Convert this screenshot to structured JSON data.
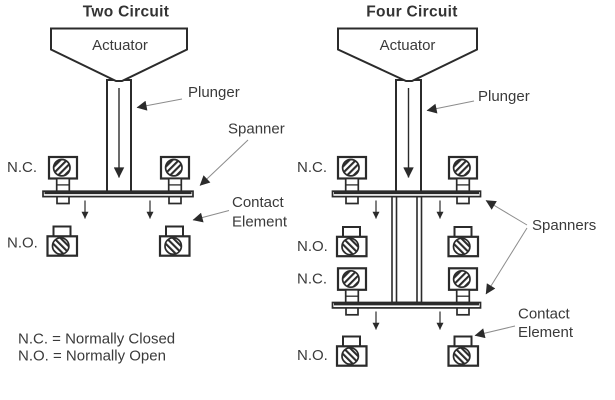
{
  "left": {
    "title": "Two Circuit",
    "actuator_label": "Actuator",
    "plunger_label": "Plunger",
    "spanner_label": "Spanner",
    "contact_label_line1": "Contact",
    "contact_label_line2": "Element",
    "nc_label": "N.C.",
    "no_label": "N.O."
  },
  "right": {
    "title": "Four Circuit",
    "actuator_label": "Actuator",
    "plunger_label": "Plunger",
    "spanners_label": "Spanners",
    "contact_label_line1": "Contact",
    "contact_label_line2": "Element",
    "nc_row1_label": "N.C.",
    "no_row1_label": "N.O.",
    "nc_row2_label": "N.C.",
    "no_row2_label": "N.O."
  },
  "legend": {
    "nc_definition": "N.C. = Normally Closed",
    "no_definition": "N.O. = Normally Open"
  },
  "colors": {
    "line": "#2b2b2b",
    "text": "#3a3a3a",
    "leader": "#8c8c8c",
    "background": "#ffffff"
  }
}
